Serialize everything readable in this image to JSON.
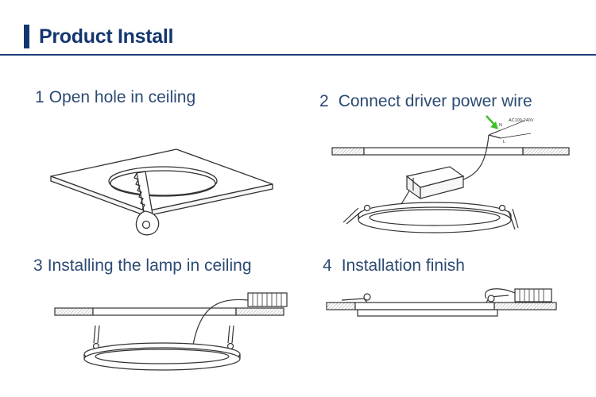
{
  "header": {
    "title": "Product Install"
  },
  "steps": [
    {
      "number": "1",
      "label": "Open hole in ceiling"
    },
    {
      "number": "2",
      "label": "Connect driver power wire"
    },
    {
      "number": "3",
      "label": "Installing the lamp in ceiling"
    },
    {
      "number": "4",
      "label": "Installation finish"
    }
  ],
  "diagram": {
    "voltage_label": "AC100-240V",
    "wire_n": "N",
    "wire_l": "L"
  },
  "colors": {
    "title": "#14366e",
    "rule": "#1d3f78",
    "label": "#2c4a73",
    "arrow": "#3fbf2a"
  }
}
